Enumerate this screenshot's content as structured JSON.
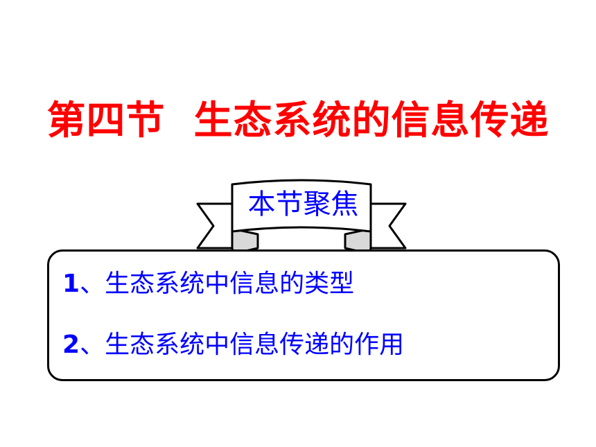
{
  "slide": {
    "title": "第四节  生态系统的信息传递",
    "ribbon_label": "本节聚焦",
    "items": [
      {
        "number": "1",
        "text": "、生态系统中信息的类型"
      },
      {
        "number": "2",
        "text": "、生态系统中信息传递的作用"
      }
    ],
    "colors": {
      "title": "#ff0000",
      "body_text": "#0000ff",
      "outline": "#000000"
    }
  }
}
